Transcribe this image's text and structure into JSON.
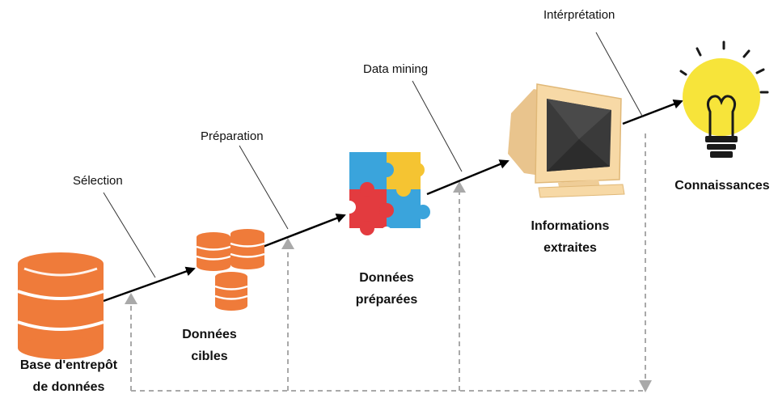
{
  "diagram": {
    "steps": {
      "selection": "Sélection",
      "preparation": "Préparation",
      "data_mining": "Data mining",
      "interpretation": "Intérprétation"
    },
    "nodes": {
      "database": "Base d'entrepôt de données",
      "database_line1": "Base d'entrepôt",
      "database_line2": "de données",
      "target_data_line1": "Données",
      "target_data_line2": "cibles",
      "prepared_data_line1": "Données",
      "prepared_data_line2": "préparées",
      "extracted_info_line1": "Informations",
      "extracted_info_line2": "extraites",
      "knowledge": "Connaissances"
    },
    "icons": {
      "database": "database-icon",
      "target_data": "database-stack-icon",
      "prepared_data": "puzzle-icon",
      "extracted_info": "crt-monitor-icon",
      "knowledge": "lightbulb-icon"
    },
    "colors": {
      "database_orange": "#ef7b3a",
      "puzzle_blue": "#3aa4dc",
      "puzzle_yellow": "#f5c432",
      "puzzle_red": "#e33b3f",
      "monitor_beige": "#f7d9a6",
      "bulb_yellow": "#f7e43a",
      "feedback_gray": "#9e9e9e",
      "arrow_black": "#000000"
    }
  }
}
